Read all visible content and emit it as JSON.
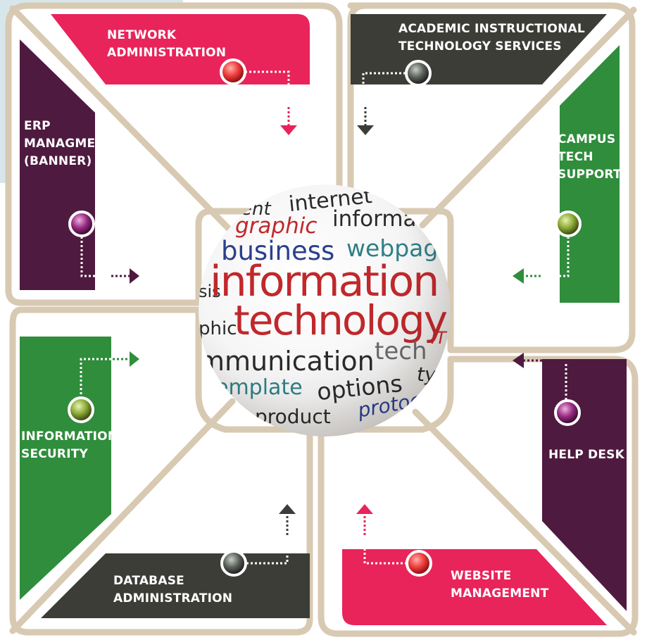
{
  "colors": {
    "pink": "#e8245a",
    "charcoal": "#3b3d36",
    "purple": "#4f1a3f",
    "green": "#2f8d3c",
    "frame": "#d8c9b2",
    "word_red": "#c0282b",
    "word_dark": "#2a2a2a",
    "word_blue": "#2a3f8c",
    "word_teal": "#2f7f86"
  },
  "nodes": [
    {
      "id": "network",
      "label": "NETWORK\nADMINISTRATION",
      "color": "pink",
      "icon": "arrow-down-icon"
    },
    {
      "id": "academic",
      "label": "ACADEMIC INSTRUCTIONAL\nTECHNOLOGY SERVICES",
      "color": "charcoal",
      "icon": "arrow-down-icon"
    },
    {
      "id": "erp",
      "label": "ERP\nMANAGME\n(BANNER)",
      "color": "purple",
      "icon": "arrow-right-icon"
    },
    {
      "id": "campus",
      "label": "CAMPUS\nTECH\nSUPPORT",
      "color": "green",
      "icon": "arrow-left-icon"
    },
    {
      "id": "security",
      "label": "INFORMATION\nSECURITY",
      "color": "green",
      "icon": "arrow-right-icon"
    },
    {
      "id": "helpdesk",
      "label": "HELP DESK",
      "color": "purple",
      "icon": "arrow-left-icon"
    },
    {
      "id": "database",
      "label": "DATABASE\nADMINISTRATION",
      "color": "charcoal",
      "icon": "arrow-up-icon"
    },
    {
      "id": "website",
      "label": "WEBSITE\nMANAGEMENT",
      "color": "pink",
      "icon": "arrow-up-icon"
    }
  ],
  "sphere": {
    "words": [
      {
        "text": "internet",
        "color": "word_dark"
      },
      {
        "text": "ent",
        "color": "word_dark"
      },
      {
        "text": "graphic",
        "color": "word_red"
      },
      {
        "text": "informatio",
        "color": "word_dark"
      },
      {
        "text": "business",
        "color": "word_blue"
      },
      {
        "text": "webpage",
        "color": "word_teal"
      },
      {
        "text": "information",
        "color": "word_red"
      },
      {
        "text": "technology",
        "color": "word_red"
      },
      {
        "text": "phic",
        "color": "word_dark"
      },
      {
        "text": "sis",
        "color": "word_dark"
      },
      {
        "text": "mmunication",
        "color": "word_dark"
      },
      {
        "text": "tech",
        "color": "word_dark"
      },
      {
        "text": "IT",
        "color": "word_red"
      },
      {
        "text": "emplate",
        "color": "word_teal"
      },
      {
        "text": "options",
        "color": "word_dark"
      },
      {
        "text": "typ",
        "color": "word_dark"
      },
      {
        "text": "product",
        "color": "word_dark"
      },
      {
        "text": "protoc",
        "color": "word_blue"
      }
    ]
  }
}
